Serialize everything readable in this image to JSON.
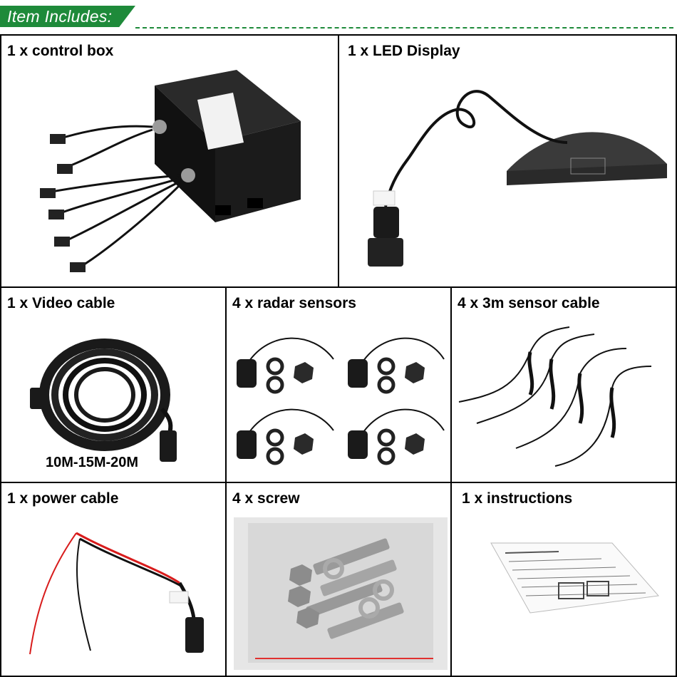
{
  "header": {
    "title": "Item Includes:",
    "accent_color": "#1e8a3a"
  },
  "items": [
    {
      "label": "1 x control box"
    },
    {
      "label": "1 x LED Display"
    },
    {
      "label": "1 x Video cable",
      "sub_label": "10M-15M-20M"
    },
    {
      "label": "4 x radar sensors"
    },
    {
      "label": "4 x 3m sensor cable"
    },
    {
      "label": "1 x power cable"
    },
    {
      "label": "4 x screw"
    },
    {
      "label": "1 x instructions"
    }
  ]
}
